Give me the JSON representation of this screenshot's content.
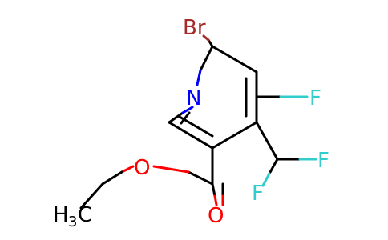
{
  "molecule": {
    "colors": {
      "carbon": "#000000",
      "nitrogen": "#0000ff",
      "oxygen": "#ff0000",
      "fluorine": "#33cccc",
      "bromine": "#a52a2a"
    },
    "atoms": {
      "br": "Br",
      "n": "N",
      "f_ring": "F",
      "f_chf2_a": "F",
      "f_chf2_b": "F",
      "o_ester": "O",
      "o_carbonyl": "O",
      "ch3_main": "H",
      "ch3_sub": "3",
      "ch3_tail": "C"
    }
  }
}
